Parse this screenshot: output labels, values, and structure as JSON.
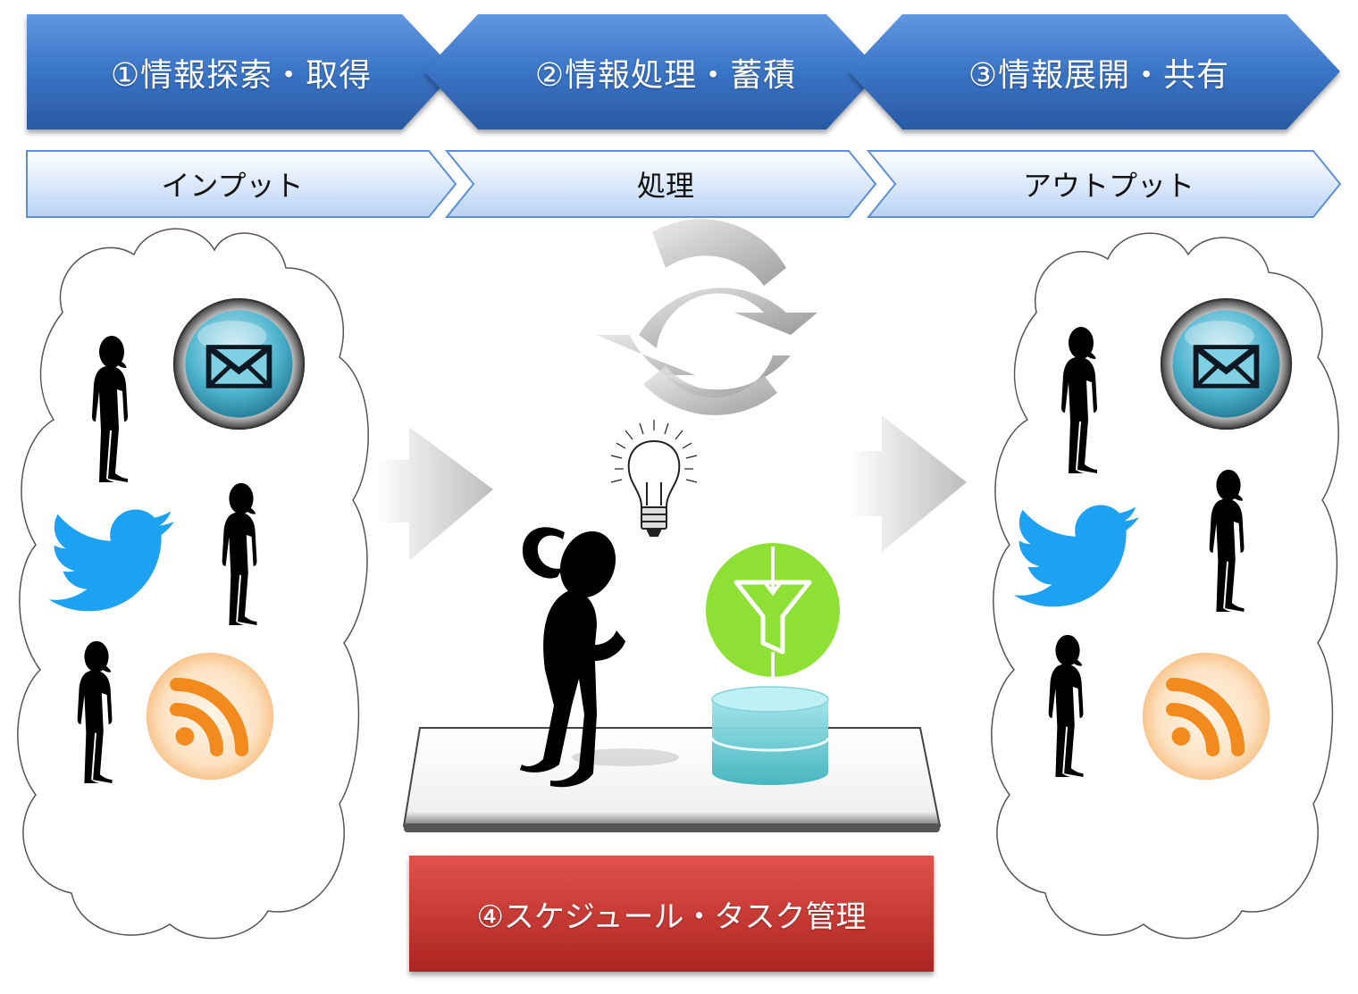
{
  "stages": [
    {
      "label": "①情報探索・取得"
    },
    {
      "label": "②情報処理・蓄積"
    },
    {
      "label": "③情報展開・共有"
    }
  ],
  "phases": [
    {
      "label": "インプット"
    },
    {
      "label": "処理"
    },
    {
      "label": "アウトプット"
    }
  ],
  "management": {
    "label": "④スケジュール・タスク管理"
  },
  "icons": {
    "mail": "mail-icon",
    "twitter": "twitter-bird-icon",
    "rss": "rss-icon",
    "person": "person-silhouette-icon",
    "cycle": "refresh-cycle-icon",
    "bulb": "light-bulb-icon",
    "filter": "funnel-filter-icon",
    "database": "database-icon"
  },
  "colors": {
    "stage_blue": "#3a74c6",
    "phase_light": "#d6e6fb",
    "management_red": "#c8322d",
    "twitter_blue": "#1da1f2",
    "rss_orange": "#f28a1e",
    "filter_green": "#8fe035"
  }
}
